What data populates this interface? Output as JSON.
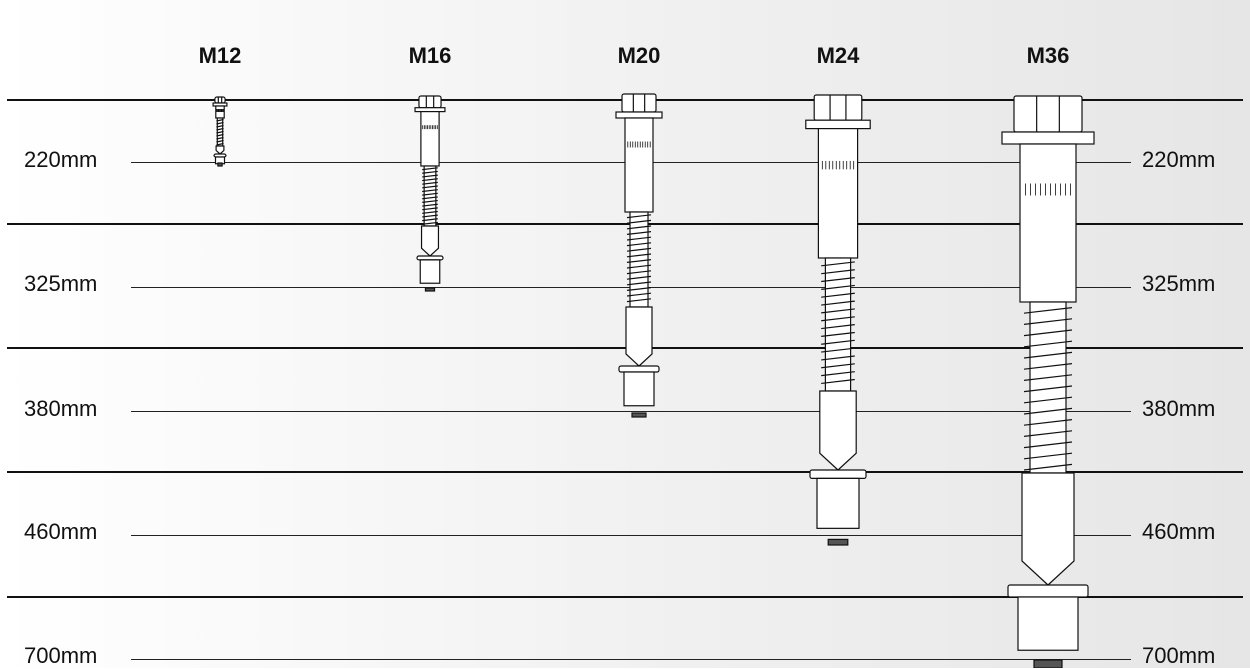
{
  "columns": [
    {
      "label": "M12"
    },
    {
      "label": "M16"
    },
    {
      "label": "M20"
    },
    {
      "label": "M24"
    },
    {
      "label": "M36"
    }
  ],
  "rows": [
    {
      "label_left": "220mm",
      "label_right": "220mm"
    },
    {
      "label_left": "325mm",
      "label_right": "325mm"
    },
    {
      "label_left": "380mm",
      "label_right": "380mm"
    },
    {
      "label_left": "460mm",
      "label_right": "460mm"
    },
    {
      "label_left": "700mm",
      "label_right": "700mm"
    }
  ],
  "colors": {
    "line": "#111111",
    "bolt_fill": "#ffffff",
    "bolt_stroke": "#111111",
    "background_right": "#e6e6e6"
  }
}
